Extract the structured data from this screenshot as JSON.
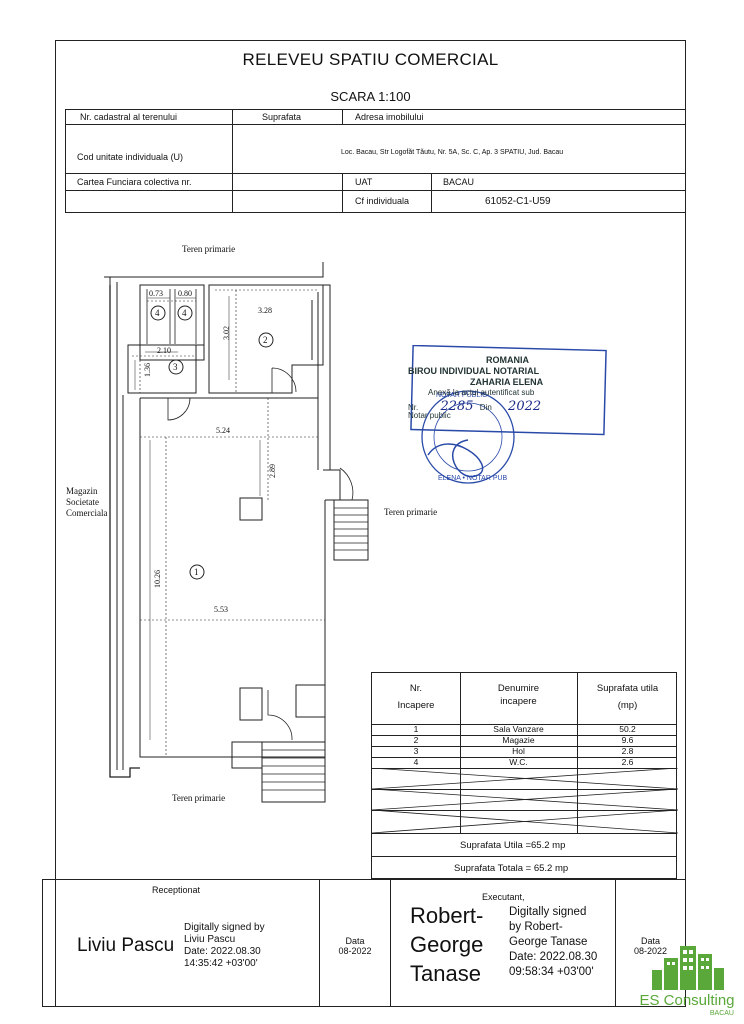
{
  "header": {
    "title": "RELEVEU SPATIU COMERCIAL",
    "scale": "SCARA 1:100",
    "nr_cadastral_label": "Nr. cadastral al terenului",
    "suprafata_label": "Suprafata",
    "adresa_label": "Adresa imobilului",
    "cod_unitate_label": "Cod unitate individuala (U)",
    "adresa_value": "Loc. Bacau, Str Logofăt Tăutu, Nr. 5A, Sc. C, Ap. 3 SPATIU, Jud. Bacau",
    "cartea_label": "Cartea Funciara colectiva nr.",
    "uat_label": "UAT",
    "uat_value": "BACAU",
    "cf_label": "Cf individuala",
    "cf_value": "61052-C1-U59"
  },
  "plan": {
    "label_top": "Teren primarie",
    "label_right": "Teren primarie",
    "label_bottom": "Teren primarie",
    "label_left_1": "Magazin",
    "label_left_2": "Societate",
    "label_left_3": "Comerciala",
    "dims": {
      "d073": "0.73",
      "d080": "0.80",
      "d328": "3.28",
      "d302": "3.02",
      "d210": "2.10",
      "d136": "1.36",
      "d524": "5.24",
      "d289": "2.89",
      "d1026": "10.26",
      "d553": "5.53"
    },
    "rooms": {
      "r1": "1",
      "r2": "2",
      "r3": "3",
      "r4a": "4",
      "r4b": "4"
    }
  },
  "stamp": {
    "line1": "ROMANIA",
    "line2": "BIROU INDIVIDUAL NOTARIAL",
    "line3": "ZAHARIA ELENA",
    "line4": "Anexă la actul autentificat sub",
    "line5_prefix": "Nr.",
    "line5_nr": "2285",
    "line5_din": "Din",
    "line5_year": "2022",
    "line6": "Notar public"
  },
  "rooms_table": {
    "headers": {
      "nr_1": "Nr.",
      "nr_2": "Incapere",
      "den_1": "Denumire",
      "den_2": "incapere",
      "sup_1": "Suprafata utila",
      "sup_2": "(mp)"
    },
    "rows": [
      {
        "nr": "1",
        "name": "Sala Vanzare",
        "area": "50.2"
      },
      {
        "nr": "2",
        "name": "Magazie",
        "area": "9.6"
      },
      {
        "nr": "3",
        "name": "Hol",
        "area": "2.8"
      },
      {
        "nr": "4",
        "name": "W.C.",
        "area": "2.6"
      }
    ],
    "total_utila": "Suprafata Utila =65.2 mp",
    "total_totala": "Suprafata Totala = 65.2 mp"
  },
  "footer": {
    "receptionat": "Receptionat",
    "receptionat_name": "Liviu Pascu",
    "receptionat_sig_1": "Digitally signed by",
    "receptionat_sig_2": "Liviu Pascu",
    "receptionat_sig_3": "Date: 2022.08.30",
    "receptionat_sig_4": "14:35:42 +03'00'",
    "data_label": "Data",
    "data_value": "08-2022",
    "executant": "Executant,",
    "exec_name_1": "Robert-",
    "exec_name_2": "George",
    "exec_name_3": "Tanase",
    "exec_sig_1": "Digitally signed",
    "exec_sig_2": "by Robert-",
    "exec_sig_3": "George Tanase",
    "exec_sig_4": "Date: 2022.08.30",
    "exec_sig_5": "09:58:34 +03'00'",
    "data2_label": "Data",
    "data2_value": "08-2022"
  },
  "logo": {
    "name": "ES Consulting",
    "city": "BACAU",
    "color": "#5aa83a"
  }
}
